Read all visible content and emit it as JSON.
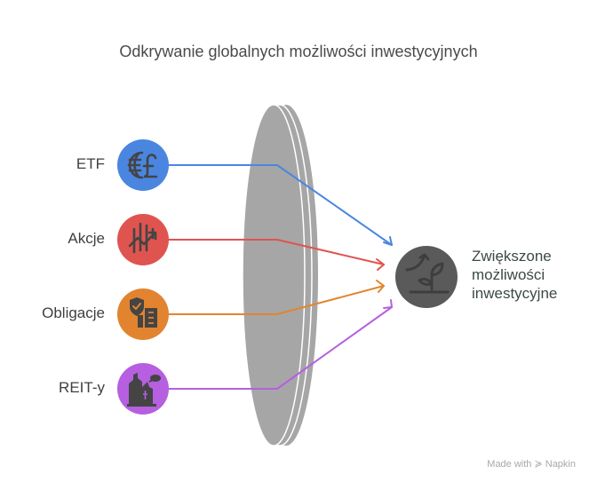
{
  "title": "Odkrywanie globalnych możliwości inwestycyjnych",
  "inputs": [
    {
      "label": "ETF",
      "icon": "globe-pound-icon",
      "color": "#4a86e0"
    },
    {
      "label": "Akcje",
      "icon": "stock-chart-icon",
      "color": "#e0544f"
    },
    {
      "label": "Obligacje",
      "icon": "shield-building-icon",
      "color": "#e2842f"
    },
    {
      "label": "REIT-y",
      "icon": "real-estate-icon",
      "color": "#b65fe0"
    }
  ],
  "output": {
    "label_lines": [
      "Zwiększone",
      "możliwości",
      "inwestycyjne"
    ],
    "icon": "growth-plant-icon",
    "color": "#5a5a5a"
  },
  "lens_color": "#a6a6a6",
  "icon_color": "#444444",
  "watermark": "Made with ≽ Napkin"
}
